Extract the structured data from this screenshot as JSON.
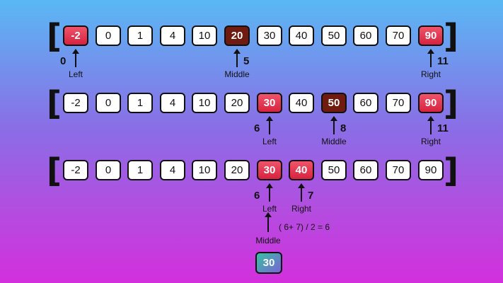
{
  "rows": [
    {
      "values": [
        "-2",
        "0",
        "1",
        "4",
        "10",
        "20",
        "30",
        "40",
        "50",
        "60",
        "70",
        "90"
      ],
      "highlight": [
        0,
        11
      ],
      "middle": [
        5
      ],
      "pointers": [
        {
          "index": 0,
          "number": "0",
          "label": "Left",
          "side": "left"
        },
        {
          "index": 5,
          "number": "5",
          "label": "Middle",
          "side": "right"
        },
        {
          "index": 11,
          "number": "11",
          "label": "Right",
          "side": "right"
        }
      ]
    },
    {
      "values": [
        "-2",
        "0",
        "1",
        "4",
        "10",
        "20",
        "30",
        "40",
        "50",
        "60",
        "70",
        "90"
      ],
      "highlight": [
        6,
        11
      ],
      "middle": [
        8
      ],
      "pointers": [
        {
          "index": 6,
          "number": "6",
          "label": "Left",
          "side": "left"
        },
        {
          "index": 8,
          "number": "8",
          "label": "Middle",
          "side": "right"
        },
        {
          "index": 11,
          "number": "11",
          "label": "Right",
          "side": "right"
        }
      ]
    },
    {
      "values": [
        "-2",
        "0",
        "1",
        "4",
        "10",
        "20",
        "30",
        "40",
        "50",
        "60",
        "70",
        "90"
      ],
      "highlight": [
        6,
        7
      ],
      "middle": [],
      "pointers": [
        {
          "index": 6,
          "number": "6",
          "label": "Left",
          "side": "left"
        },
        {
          "index": 7,
          "number": "7",
          "label": "Right",
          "side": "right"
        }
      ]
    }
  ],
  "bracket_open": "[",
  "bracket_close": "]",
  "middle_label": "Middle",
  "formula": "( 6+ 7) / 2 = 6",
  "result": "30"
}
